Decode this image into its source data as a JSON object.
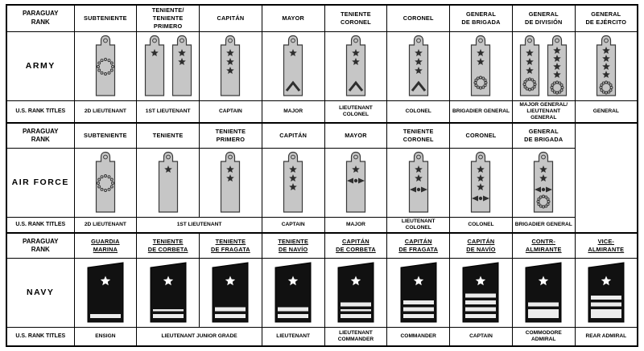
{
  "colors": {
    "background": "#ffffff",
    "table_border": "#000000",
    "text": "#000000",
    "board_fill": "#c6c6c6",
    "board_stroke": "#3a3a3a",
    "board_star": "#2e2e2e",
    "sleeve_fill": "#111111",
    "sleeve_star": "#ffffff",
    "stripe_fill": "#ececec"
  },
  "labels": {
    "paraguay_rank": "PARAGUAY\nRANK",
    "us_rank_titles": "U.S. RANK TITLES"
  },
  "icon_names": [
    "shoulder-board-insignia",
    "navy-sleeve-insignia",
    "star-icon",
    "wreath-icon",
    "wings-icon",
    "chevron-icon"
  ],
  "sections": [
    {
      "id": "army",
      "branch_label": "ARMY",
      "underline_ranks": false,
      "trailing_empty": false,
      "us_tall": false,
      "ranks": [
        {
          "label": "SUBTENIENTE",
          "span": 1
        },
        {
          "label": "TENIENTE/\nTENIENTE PRIMERO",
          "span": 1
        },
        {
          "label": "CAPITÁN",
          "span": 1
        },
        {
          "label": "MAYOR",
          "span": 1
        },
        {
          "label": "TENIENTE\nCORONEL",
          "span": 1
        },
        {
          "label": "CORONEL",
          "span": 1
        },
        {
          "label": "GENERAL\nDE BRIGADA",
          "span": 1
        },
        {
          "label": "GENERAL\nDE DIVISIÓN",
          "span": 1
        },
        {
          "label": "GENERAL\nDE EJÉRCITO",
          "span": 1
        }
      ],
      "insignia": [
        {
          "span": 1,
          "boards": [
            {
              "stars": 0,
              "emblems": [
                "wreath"
              ]
            }
          ]
        },
        {
          "span": 1,
          "boards": [
            {
              "stars": 1
            },
            {
              "stars": 2
            }
          ]
        },
        {
          "span": 1,
          "boards": [
            {
              "stars": 3
            }
          ]
        },
        {
          "span": 1,
          "boards": [
            {
              "stars": 1,
              "chevron": true
            }
          ]
        },
        {
          "span": 1,
          "boards": [
            {
              "stars": 2,
              "chevron": true
            }
          ]
        },
        {
          "span": 1,
          "boards": [
            {
              "stars": 3,
              "chevron": true
            }
          ]
        },
        {
          "span": 1,
          "boards": [
            {
              "stars": 2,
              "emblems": [
                "wreath"
              ]
            }
          ]
        },
        {
          "span": 1,
          "boards": [
            {
              "stars": 3,
              "emblems": [
                "wreath"
              ]
            },
            {
              "stars": 4,
              "emblems": [
                "wreath"
              ]
            }
          ]
        },
        {
          "span": 1,
          "boards": [
            {
              "stars": 4,
              "emblems": [
                "wreath"
              ]
            }
          ]
        }
      ],
      "us_titles": [
        {
          "label": "2D LIEUTENANT",
          "span": 1
        },
        {
          "label": "1ST LIEUTENANT",
          "span": 1
        },
        {
          "label": "CAPTAIN",
          "span": 1
        },
        {
          "label": "MAJOR",
          "span": 1
        },
        {
          "label": "LIEUTENANT COLONEL",
          "span": 1
        },
        {
          "label": "COLONEL",
          "span": 1
        },
        {
          "label": "BRIGADIER GENERAL",
          "span": 1
        },
        {
          "label": "MAJOR GENERAL/\nLIEUTENANT GENERAL",
          "span": 1
        },
        {
          "label": "GENERAL",
          "span": 1
        }
      ]
    },
    {
      "id": "airforce",
      "branch_label": "AIR FORCE",
      "underline_ranks": false,
      "trailing_empty": true,
      "us_tall": false,
      "ranks": [
        {
          "label": "SUBTENIENTE",
          "span": 1
        },
        {
          "label": "TENIENTE",
          "span": 1
        },
        {
          "label": "TENIENTE\nPRIMERO",
          "span": 1
        },
        {
          "label": "CAPITÁN",
          "span": 1
        },
        {
          "label": "MAYOR",
          "span": 1
        },
        {
          "label": "TENIENTE\nCORONEL",
          "span": 1
        },
        {
          "label": "CORONEL",
          "span": 1
        },
        {
          "label": "GENERAL\nDE BRIGADA",
          "span": 1
        }
      ],
      "insignia": [
        {
          "span": 1,
          "boards": [
            {
              "stars": 0,
              "emblems": [
                "wreath"
              ]
            }
          ]
        },
        {
          "span": 1,
          "boards": [
            {
              "stars": 1
            }
          ]
        },
        {
          "span": 1,
          "boards": [
            {
              "stars": 2
            }
          ]
        },
        {
          "span": 1,
          "boards": [
            {
              "stars": 3
            }
          ]
        },
        {
          "span": 1,
          "boards": [
            {
              "stars": 1,
              "emblems": [
                "wings"
              ]
            }
          ]
        },
        {
          "span": 1,
          "boards": [
            {
              "stars": 2,
              "emblems": [
                "wings"
              ]
            }
          ]
        },
        {
          "span": 1,
          "boards": [
            {
              "stars": 3,
              "emblems": [
                "wings"
              ]
            }
          ]
        },
        {
          "span": 1,
          "boards": [
            {
              "stars": 2,
              "emblems": [
                "wings",
                "wreath"
              ]
            }
          ]
        }
      ],
      "us_titles": [
        {
          "label": "2D LIEUTENANT",
          "span": 1
        },
        {
          "label": "1ST LIEUTENANT",
          "span": 2
        },
        {
          "label": "CAPTAIN",
          "span": 1
        },
        {
          "label": "MAJOR",
          "span": 1
        },
        {
          "label": "LIEUTENANT COLONEL",
          "span": 1
        },
        {
          "label": "COLONEL",
          "span": 1
        },
        {
          "label": "BRIGADIER GENERAL",
          "span": 1
        }
      ]
    },
    {
      "id": "navy",
      "branch_label": "NAVY",
      "underline_ranks": true,
      "trailing_empty": false,
      "us_tall": true,
      "ranks": [
        {
          "label": "GUARDIA\nMARINA",
          "span": 1
        },
        {
          "label": "TENIENTE\nDE CORBETA",
          "span": 1
        },
        {
          "label": "TENIENTE\nDE FRAGATA",
          "span": 1
        },
        {
          "label": "TENIENTE\nDE NAVÍO",
          "span": 1
        },
        {
          "label": "CAPITÁN\nDE CORBETA",
          "span": 1
        },
        {
          "label": "CAPITÁN\nDE FRAGATA",
          "span": 1
        },
        {
          "label": "CAPITÁN\nDE NAVÍO",
          "span": 1
        },
        {
          "label": "CONTR-\nALMIRANTE",
          "span": 1
        },
        {
          "label": "VICE-\nALMIRANTE",
          "span": 1
        }
      ],
      "insignia": [
        {
          "span": 1,
          "sleeves": [
            {
              "star": true,
              "stripes": [
                "medium"
              ]
            }
          ]
        },
        {
          "span": 1,
          "sleeves": [
            {
              "star": true,
              "stripes": [
                "thin",
                "medium"
              ]
            }
          ]
        },
        {
          "span": 1,
          "sleeves": [
            {
              "star": true,
              "stripes": [
                "medium",
                "medium"
              ]
            }
          ]
        },
        {
          "span": 1,
          "sleeves": [
            {
              "star": true,
              "stripes": [
                "medium",
                "medium"
              ]
            }
          ]
        },
        {
          "span": 1,
          "sleeves": [
            {
              "star": true,
              "stripes": [
                "medium",
                "thin",
                "medium"
              ]
            }
          ]
        },
        {
          "span": 1,
          "sleeves": [
            {
              "star": true,
              "stripes": [
                "medium",
                "medium",
                "medium"
              ]
            }
          ]
        },
        {
          "span": 1,
          "sleeves": [
            {
              "star": true,
              "stripes": [
                "medium",
                "medium",
                "medium",
                "medium"
              ]
            }
          ]
        },
        {
          "span": 1,
          "sleeves": [
            {
              "star": true,
              "stripes": [
                "medium",
                "thick"
              ]
            }
          ]
        },
        {
          "span": 1,
          "sleeves": [
            {
              "star": true,
              "stripes": [
                "medium",
                "medium",
                "thick"
              ]
            }
          ]
        }
      ],
      "us_titles": [
        {
          "label": "ENSIGN",
          "span": 1
        },
        {
          "label": "LIEUTENANT JUNIOR GRADE",
          "span": 2
        },
        {
          "label": "LIEUTENANT",
          "span": 1
        },
        {
          "label": "LIEUTENANT\nCOMMANDER",
          "span": 1
        },
        {
          "label": "COMMANDER",
          "span": 1
        },
        {
          "label": "CAPTAIN",
          "span": 1
        },
        {
          "label": "COMMODORE\nADMIRAL",
          "span": 1
        },
        {
          "label": "REAR ADMIRAL",
          "span": 1
        }
      ]
    }
  ]
}
